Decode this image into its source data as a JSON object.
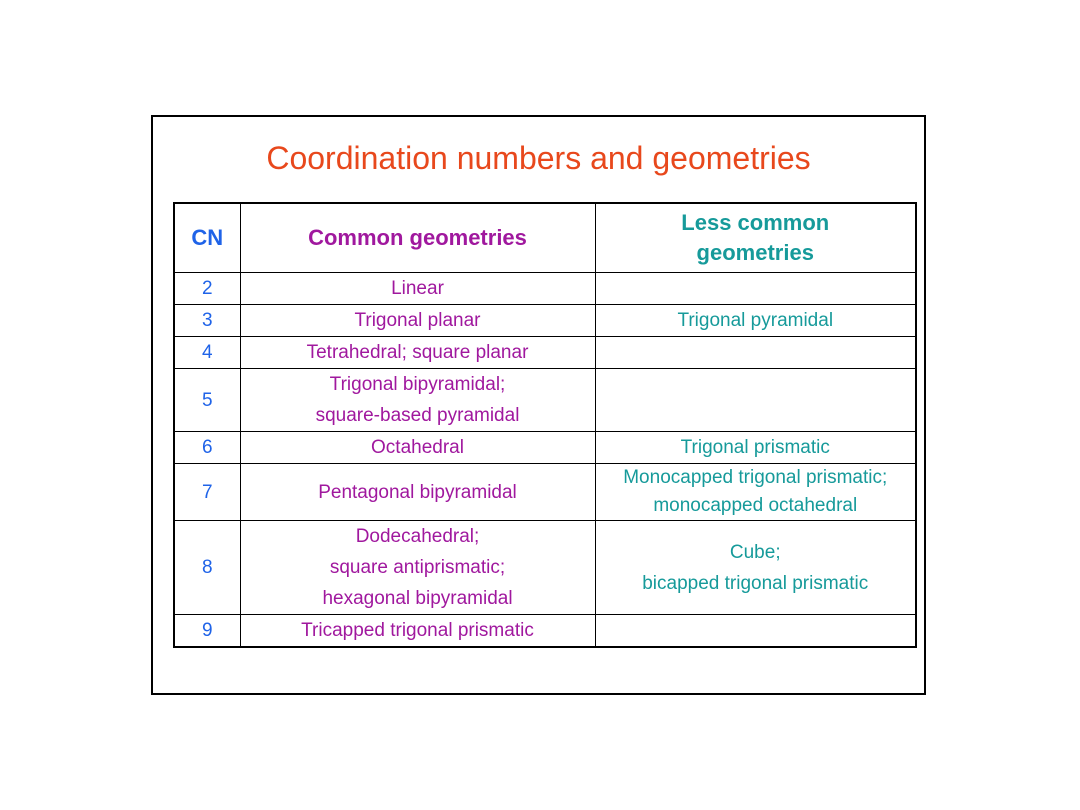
{
  "title": "Coordination numbers and geometries",
  "colors": {
    "title": "#e8481c",
    "cn": "#1f63e8",
    "common": "#a0189e",
    "less_common": "#169a9a"
  },
  "table": {
    "headers": {
      "cn": "CN",
      "common": "Common geometries",
      "less_line1": "Less common",
      "less_line2": "geometries"
    },
    "rows": [
      {
        "cn": "2",
        "common": [
          "Linear"
        ],
        "less": []
      },
      {
        "cn": "3",
        "common": [
          "Trigonal planar"
        ],
        "less": [
          "Trigonal pyramidal"
        ]
      },
      {
        "cn": "4",
        "common": [
          "Tetrahedral; square planar"
        ],
        "less": []
      },
      {
        "cn": "5",
        "common": [
          "Trigonal bipyramidal;",
          "square-based pyramidal"
        ],
        "less": []
      },
      {
        "cn": "6",
        "common": [
          "Octahedral"
        ],
        "less": [
          "Trigonal prismatic"
        ]
      },
      {
        "cn": "7",
        "common": [
          "Pentagonal bipyramidal"
        ],
        "less": [
          "Monocapped trigonal prismatic;",
          "monocapped octahedral"
        ]
      },
      {
        "cn": "8",
        "common": [
          "Dodecahedral;",
          "square antiprismatic;",
          "hexagonal bipyramidal"
        ],
        "less": [
          "Cube;",
          "bicapped trigonal prismatic"
        ]
      },
      {
        "cn": "9",
        "common": [
          "Tricapped trigonal prismatic"
        ],
        "less": []
      }
    ]
  }
}
